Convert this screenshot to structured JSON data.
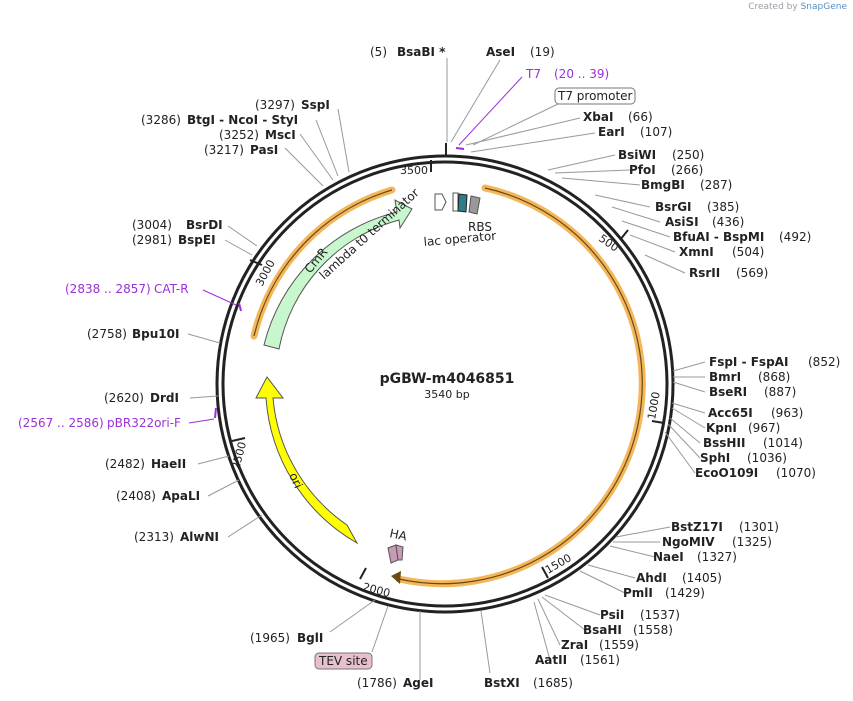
{
  "credit": {
    "created_by": "Created by",
    "brand": "SnapGene"
  },
  "plasmid": {
    "name": "pGBW-m4046851",
    "size": "3540 bp"
  },
  "colors": {
    "backbone": "#222222",
    "feature_arrow": "#f4b65a",
    "cmr": "#c9f7cd",
    "ori": "#ffff00",
    "primer": "#9b30d9",
    "lac_operator": "#2b7f8a",
    "rbs": "#999999",
    "ha": "#c89ab6",
    "tev_box": "#e7c0cc"
  },
  "ticks": [
    "500",
    "1000",
    "1500",
    "2000",
    "2500",
    "3000",
    "3500"
  ],
  "features": {
    "cmr": "CmR",
    "ori": "ori",
    "lambda_t0": "lambda t0 terminator",
    "rbs": "RBS",
    "lac_operator": "lac operator",
    "ha": "HA",
    "t7_promoter": "T7 promoter",
    "tev_site": "TEV site"
  },
  "primers": {
    "t7": {
      "name": "T7",
      "range": "(20 .. 39)"
    },
    "cat_r": {
      "name": "CAT-R",
      "range": "(2838 .. 2857)"
    },
    "pbr322": {
      "name": "pBR322ori-F",
      "range": "(2567 .. 2586)"
    }
  },
  "sites": {
    "bsabi": {
      "pos": "(5)",
      "name": "BsaBI *"
    },
    "asei": {
      "pos": "(19)",
      "name": "AseI"
    },
    "xbai": {
      "pos": "(66)",
      "name": "XbaI"
    },
    "eari": {
      "pos": "(107)",
      "name": "EarI"
    },
    "bsiwi": {
      "pos": "(250)",
      "name": "BsiWI"
    },
    "pfoi": {
      "pos": "(266)",
      "name": "PfoI"
    },
    "bmgbi": {
      "pos": "(287)",
      "name": "BmgBI"
    },
    "bsrgi": {
      "pos": "(385)",
      "name": "BsrGI"
    },
    "asisi": {
      "pos": "(436)",
      "name": "AsiSI"
    },
    "bfuai": {
      "pos": "(492)",
      "name": "BfuAI - BspMI"
    },
    "xmni": {
      "pos": "(504)",
      "name": "XmnI"
    },
    "rsrii": {
      "pos": "(569)",
      "name": "RsrII"
    },
    "fspi": {
      "pos": "(852)",
      "name": "FspI - FspAI"
    },
    "bmri": {
      "pos": "(868)",
      "name": "BmrI"
    },
    "bseri": {
      "pos": "(887)",
      "name": "BseRI"
    },
    "acc65i": {
      "pos": "(963)",
      "name": "Acc65I"
    },
    "kpni": {
      "pos": "(967)",
      "name": "KpnI"
    },
    "bsshii": {
      "pos": "(1014)",
      "name": "BssHII"
    },
    "sphi": {
      "pos": "(1036)",
      "name": "SphI"
    },
    "eco0109i": {
      "pos": "(1070)",
      "name": "EcoO109I"
    },
    "bstz17i": {
      "pos": "(1301)",
      "name": "BstZ17I"
    },
    "ngomiv": {
      "pos": "(1325)",
      "name": "NgoMIV"
    },
    "naei": {
      "pos": "(1327)",
      "name": "NaeI"
    },
    "ahdi": {
      "pos": "(1405)",
      "name": "AhdI"
    },
    "pmli": {
      "pos": "(1429)",
      "name": "PmlI"
    },
    "psii": {
      "pos": "(1537)",
      "name": "PsiI"
    },
    "bsahi": {
      "pos": "(1558)",
      "name": "BsaHI"
    },
    "zrai": {
      "pos": "(1559)",
      "name": "ZraI"
    },
    "aatii": {
      "pos": "(1561)",
      "name": "AatII"
    },
    "bstxi": {
      "pos": "(1685)",
      "name": "BstXI"
    },
    "agei": {
      "pos": "(1786)",
      "name": "AgeI"
    },
    "bgli": {
      "pos": "(1965)",
      "name": "BglI"
    },
    "alwni": {
      "pos": "(2313)",
      "name": "AlwNI"
    },
    "apali": {
      "pos": "(2408)",
      "name": "ApaLI"
    },
    "haeii": {
      "pos": "(2482)",
      "name": "HaeII"
    },
    "drdi": {
      "pos": "(2620)",
      "name": "DrdI"
    },
    "bpu10i": {
      "pos": "(2758)",
      "name": "Bpu10I"
    },
    "bspei": {
      "pos": "(2981)",
      "name": "BspEI"
    },
    "bsrdi": {
      "pos": "(3004)",
      "name": "BsrDI"
    },
    "pasi": {
      "pos": "(3217)",
      "name": "PasI"
    },
    "msci": {
      "pos": "(3252)",
      "name": "MscI"
    },
    "btgi": {
      "pos": "(3286)",
      "name": "BtgI - NcoI - StyI"
    },
    "sspi": {
      "pos": "(3297)",
      "name": "SspI"
    }
  }
}
